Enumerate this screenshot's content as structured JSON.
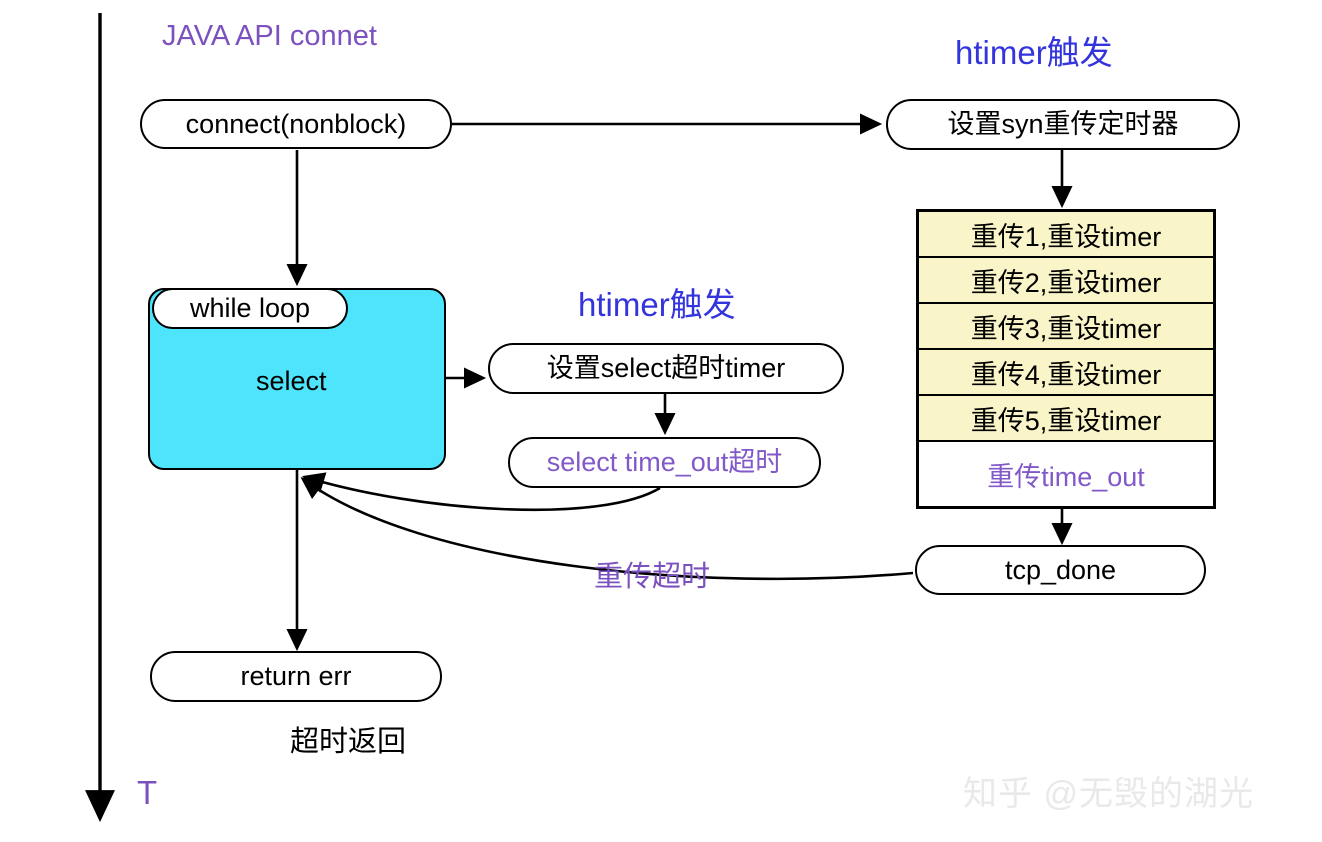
{
  "diagram": {
    "title_labels": {
      "java_api": "JAVA API connet",
      "htimer_right": "htimer触发",
      "htimer_mid": "htimer触发",
      "retrans_timeout": "重传超时",
      "timeout_return": "超时返回",
      "timeline_marker": "T"
    },
    "nodes": {
      "connect": "connect(nonblock)",
      "set_syn_timer": "设置syn重传定时器",
      "set_select_timer": "设置select超时timer",
      "select_time_out": "select time_out超时",
      "tcp_done": "tcp_done",
      "return_err": "return err"
    },
    "loop": {
      "title": "while loop",
      "body": "select"
    },
    "retransmissions": {
      "rows": [
        "重传1,重设timer",
        "重传2,重设timer",
        "重传3,重设timer",
        "重传4,重设timer",
        "重传5,重设timer"
      ],
      "final_row": "重传time_out"
    },
    "watermark": "知乎 @无毁的湖光",
    "colors": {
      "purple": "#7b51bf",
      "blue": "#3434dd",
      "cyan": "#4ee4fb",
      "yellow": "#faf5c9",
      "stroke": "#000000"
    }
  }
}
